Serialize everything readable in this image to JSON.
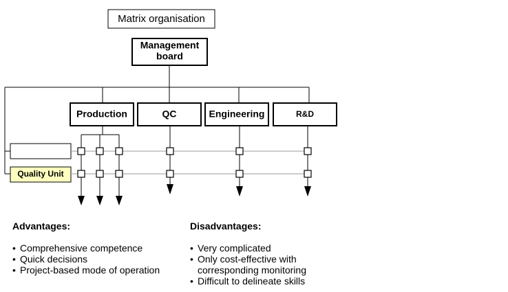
{
  "title": "Matrix organisation",
  "board": {
    "line1": "Management",
    "line2": "board"
  },
  "departments": [
    "Production",
    "QC",
    "Engineering",
    "R&D"
  ],
  "units": [
    "",
    "Quality Unit"
  ],
  "colors": {
    "quality_unit_fill": "#FFFFC0",
    "connector_line": "#9A9A9A"
  },
  "advantages": {
    "heading": "Advantages:",
    "items": [
      "Comprehensive competence",
      "Quick decisions",
      "Project-based mode of operation"
    ]
  },
  "disadvantages": {
    "heading": "Disadvantages:",
    "items": [
      {
        "line1": "Very complicated",
        "line2": ""
      },
      {
        "line1": "Only cost-effective with",
        "line2": "corresponding monitoring"
      },
      {
        "line1": "Difficult to delineate skills",
        "line2": ""
      }
    ]
  }
}
